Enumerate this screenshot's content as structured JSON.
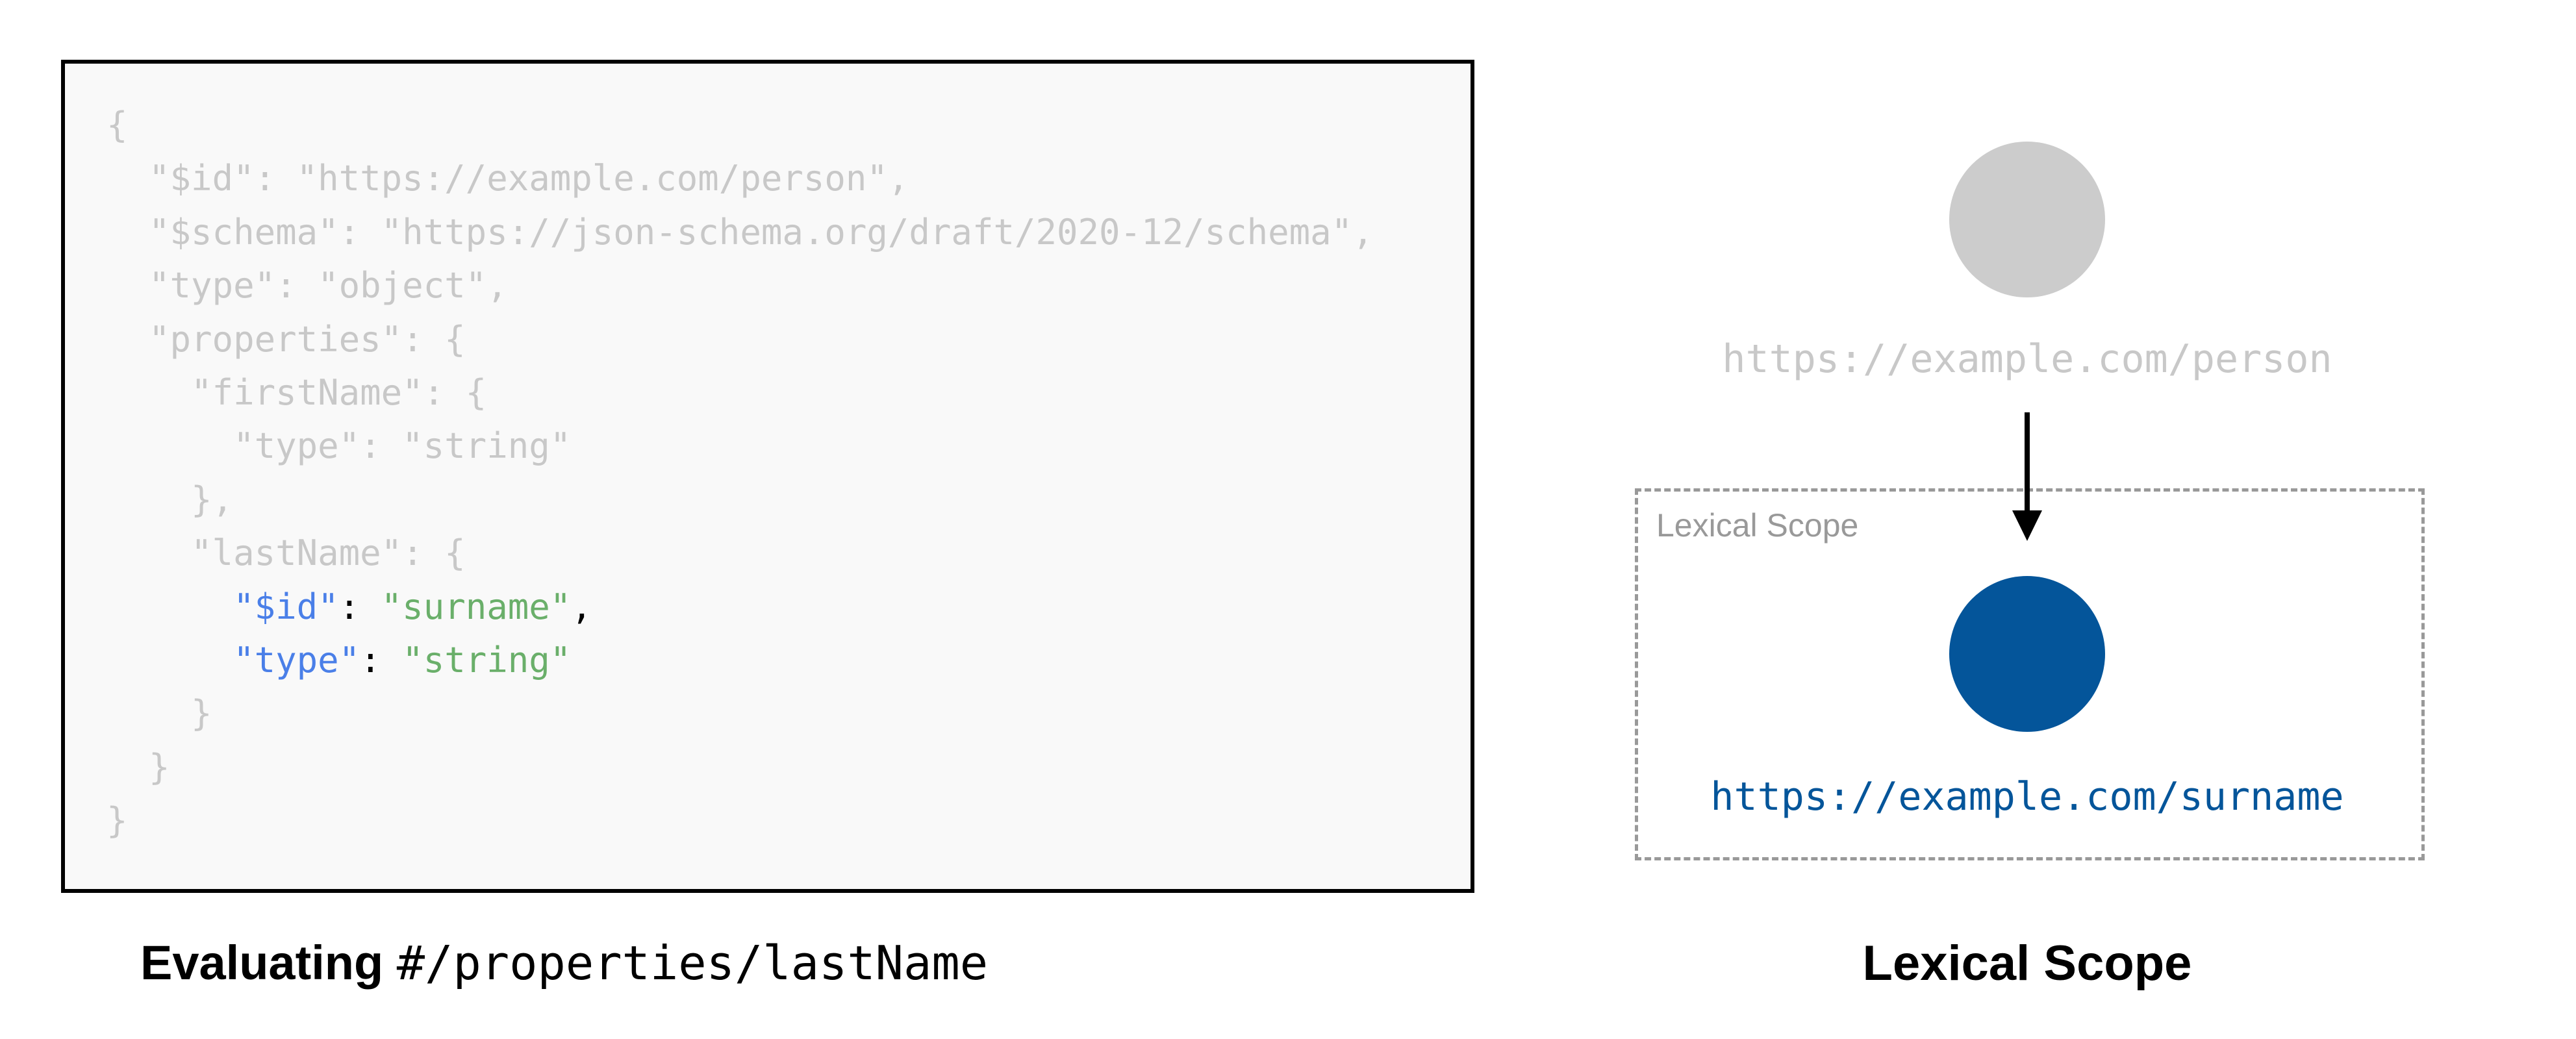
{
  "code": {
    "lines": [
      {
        "segments": [
          {
            "t": "{",
            "c": "dim"
          }
        ]
      },
      {
        "segments": [
          {
            "t": "  \"$id\": \"https://example.com/person\",",
            "c": "dim"
          }
        ]
      },
      {
        "segments": [
          {
            "t": "  \"$schema\": \"https://json-schema.org/draft/2020-12/schema\",",
            "c": "dim"
          }
        ]
      },
      {
        "segments": [
          {
            "t": "  \"type\": \"object\",",
            "c": "dim"
          }
        ]
      },
      {
        "segments": [
          {
            "t": "  \"properties\": {",
            "c": "dim"
          }
        ]
      },
      {
        "segments": [
          {
            "t": "    \"firstName\": {",
            "c": "dim"
          }
        ]
      },
      {
        "segments": [
          {
            "t": "      \"type\": \"string\"",
            "c": "dim"
          }
        ]
      },
      {
        "segments": [
          {
            "t": "    },",
            "c": "dim"
          }
        ]
      },
      {
        "segments": [
          {
            "t": "    \"lastName\": {",
            "c": "dim"
          }
        ]
      },
      {
        "segments": [
          {
            "t": "      ",
            "c": "dim"
          },
          {
            "t": "\"$id\"",
            "c": "k"
          },
          {
            "t": ": ",
            "c": "p"
          },
          {
            "t": "\"surname\"",
            "c": "s"
          },
          {
            "t": ",",
            "c": "p"
          }
        ]
      },
      {
        "segments": [
          {
            "t": "      ",
            "c": "dim"
          },
          {
            "t": "\"type\"",
            "c": "k"
          },
          {
            "t": ": ",
            "c": "p"
          },
          {
            "t": "\"string\"",
            "c": "s"
          }
        ]
      },
      {
        "segments": [
          {
            "t": "    }",
            "c": "dim"
          }
        ]
      },
      {
        "segments": [
          {
            "t": "  }",
            "c": "dim"
          }
        ]
      },
      {
        "segments": [
          {
            "t": "}",
            "c": "dim"
          }
        ]
      }
    ]
  },
  "caption_left": {
    "bold": "Evaluating",
    "pointer": "#/properties/lastName"
  },
  "diagram": {
    "parent_url": "https://example.com/person",
    "scope_label": "Lexical Scope",
    "child_url": "https://example.com/surname",
    "colors": {
      "parent": "#cccccc",
      "child": "#04559a",
      "scope_border": "#999999"
    }
  },
  "caption_right": "Lexical Scope"
}
